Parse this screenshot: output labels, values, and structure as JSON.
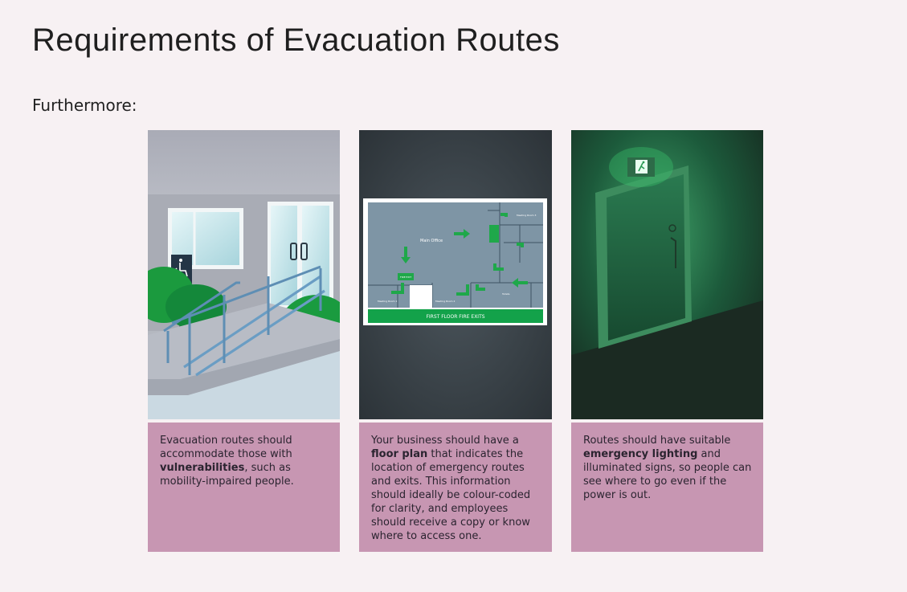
{
  "page": {
    "title": "Requirements of Evacuation Routes",
    "intro": "Furthermore:"
  },
  "cards": [
    {
      "image": "accessible-ramp-entrance-illustration",
      "text_before": "Evacuation routes should accommodate those with ",
      "text_bold": "vulnerabilities",
      "text_after": ", such as mobility-impaired people."
    },
    {
      "image": "floor-plan-illustration",
      "text_before": "Your business should have a ",
      "text_bold": "floor plan",
      "text_after": " that indicates the location of emergency routes and exits. This information should ideally be colour-coded for clarity, and employees should receive a copy or know where to access one.",
      "floor_plan": {
        "main_office": "Main Office",
        "fire_exit": "FIRE EXIT",
        "banner": "FIRST FLOOR FIRE EXITS"
      }
    },
    {
      "image": "illuminated-exit-door-illustration",
      "text_before": "Routes should have suitable ",
      "text_bold": "emergency lighting",
      "text_after": " and illuminated signs, so people can see where to go even if the power is out."
    }
  ]
}
